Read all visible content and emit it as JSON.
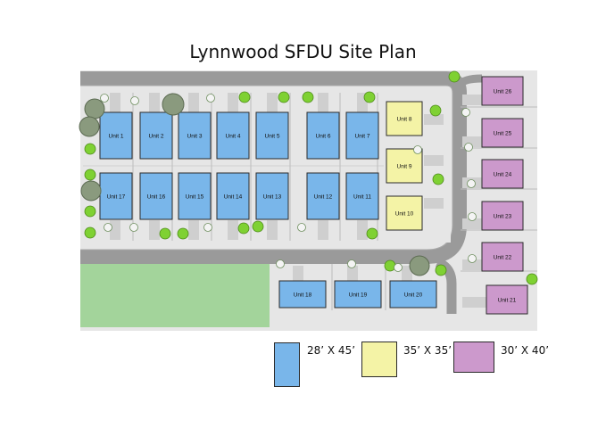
{
  "title": "Lynnwood SFDU Site Plan",
  "colors": {
    "blue": "#79b6ea",
    "yellow": "#f4f3a6",
    "pink": "#cc99cc",
    "lawn": "#a3d49b",
    "lot": "#e2e2e2",
    "road": "#9a9a9a",
    "tree": "#7fd133"
  },
  "units": [
    {
      "id": "unit-1",
      "label": "Unit 1",
      "type": "blue"
    },
    {
      "id": "unit-2",
      "label": "Unit 2",
      "type": "blue"
    },
    {
      "id": "unit-3",
      "label": "Unit 3",
      "type": "blue"
    },
    {
      "id": "unit-4",
      "label": "Unit 4",
      "type": "blue"
    },
    {
      "id": "unit-5",
      "label": "Unit 5",
      "type": "blue"
    },
    {
      "id": "unit-6",
      "label": "Unit 6",
      "type": "blue"
    },
    {
      "id": "unit-7",
      "label": "Unit 7",
      "type": "blue"
    },
    {
      "id": "unit-8",
      "label": "Unit 8",
      "type": "yellow"
    },
    {
      "id": "unit-9",
      "label": "Unit 9",
      "type": "yellow"
    },
    {
      "id": "unit-10",
      "label": "Unit 10",
      "type": "yellow"
    },
    {
      "id": "unit-11",
      "label": "Unit 11",
      "type": "blue"
    },
    {
      "id": "unit-12",
      "label": "Unit 12",
      "type": "blue"
    },
    {
      "id": "unit-13",
      "label": "Unit 13",
      "type": "blue"
    },
    {
      "id": "unit-14",
      "label": "Unit 14",
      "type": "blue"
    },
    {
      "id": "unit-15",
      "label": "Unit 15",
      "type": "blue"
    },
    {
      "id": "unit-16",
      "label": "Unit 16",
      "type": "blue"
    },
    {
      "id": "unit-17",
      "label": "Unit 17",
      "type": "blue"
    },
    {
      "id": "unit-18",
      "label": "Unit 18",
      "type": "blue"
    },
    {
      "id": "unit-19",
      "label": "Unit 19",
      "type": "blue"
    },
    {
      "id": "unit-20",
      "label": "Unit 20",
      "type": "blue"
    },
    {
      "id": "unit-21",
      "label": "Unit 21",
      "type": "pink"
    },
    {
      "id": "unit-22",
      "label": "Unit 22",
      "type": "pink"
    },
    {
      "id": "unit-23",
      "label": "Unit 23",
      "type": "pink"
    },
    {
      "id": "unit-24",
      "label": "Unit 24",
      "type": "pink"
    },
    {
      "id": "unit-25",
      "label": "Unit 25",
      "type": "pink"
    },
    {
      "id": "unit-26",
      "label": "Unit 26",
      "type": "pink"
    }
  ],
  "legend": [
    {
      "label": "28’ X 45’",
      "type": "blue"
    },
    {
      "label": "35’ X 35’",
      "type": "yellow"
    },
    {
      "label": "30’ X 40’",
      "type": "pink"
    }
  ]
}
